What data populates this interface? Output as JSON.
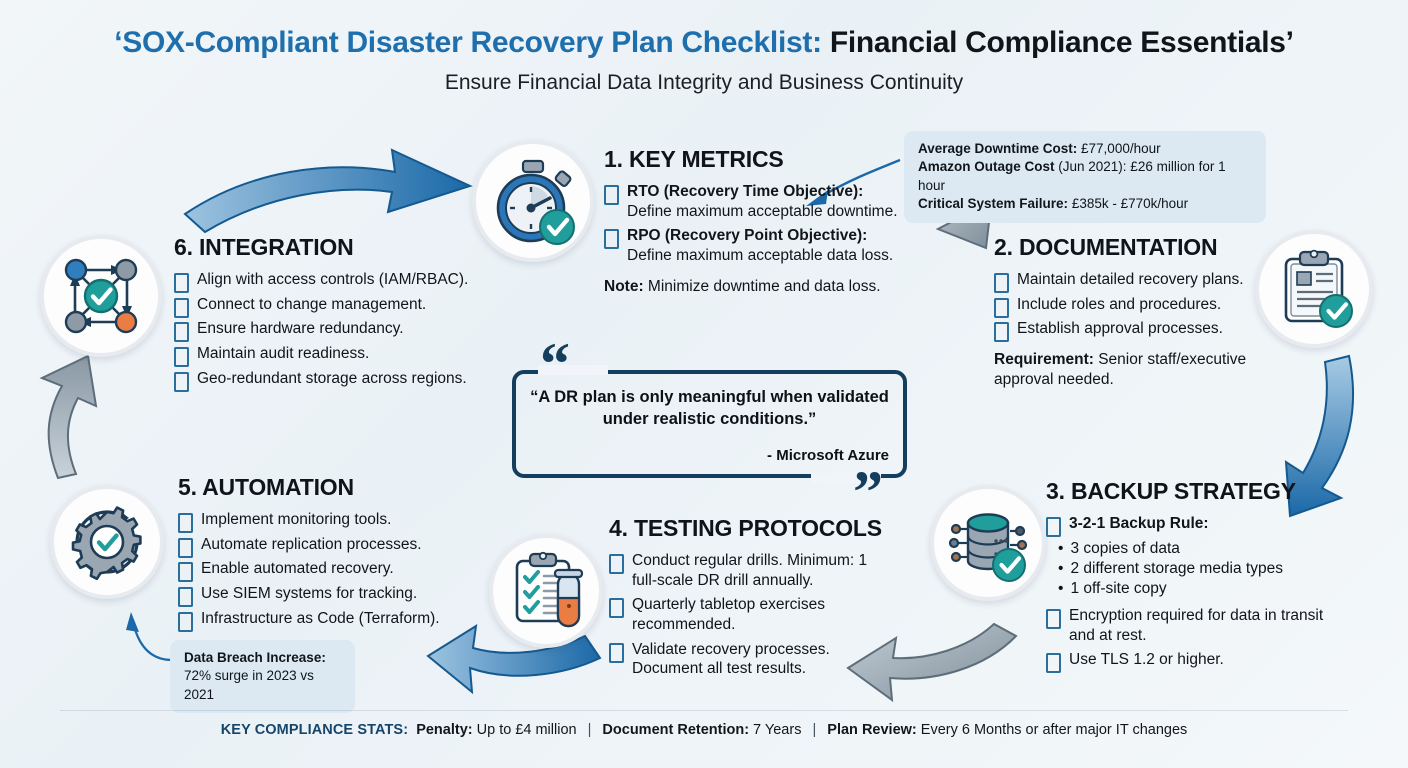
{
  "header": {
    "title_blue": "‘SOX-Compliant Disaster Recovery Plan Checklist: ",
    "title_dark": "Financial Compliance Essentials’",
    "subtitle": "Ensure Financial Data Integrity and Business Continuity"
  },
  "colors": {
    "brand_blue": "#1f6fad",
    "deep_navy": "#143e5e",
    "teal": "#1f9e9b",
    "grey_arrow": "#96a2ab",
    "callout_bg": "#dce9f2",
    "page_bg": "#eef3f7",
    "orange": "#e8763a"
  },
  "sections": [
    {
      "id": "key-metrics",
      "title": "1. KEY METRICS",
      "icon": "stopwatch-check-icon",
      "items": [
        {
          "bold": "RTO (Recovery Time Objective):",
          "text": "Define maximum acceptable downtime."
        },
        {
          "bold": "RPO (Recovery Point Objective):",
          "text": "Define maximum acceptable data loss."
        }
      ],
      "note_label": "Note:",
      "note_text": "Minimize downtime and data loss."
    },
    {
      "id": "documentation",
      "title": "2. DOCUMENTATION",
      "icon": "clipboard-document-check-icon",
      "items": [
        {
          "bold": "",
          "text": "Maintain detailed recovery plans."
        },
        {
          "bold": "",
          "text": "Include roles and procedures."
        },
        {
          "bold": "",
          "text": "Establish approval processes."
        }
      ],
      "note_label": "Requirement:",
      "note_text": "Senior staff/executive approval needed."
    },
    {
      "id": "backup-strategy",
      "title": "3. BACKUP STRATEGY",
      "icon": "database-check-icon",
      "items": [
        {
          "bold": "3-2-1 Backup Rule:",
          "text": ""
        },
        {
          "bold": "",
          "text": "Encryption required for data in transit and at rest."
        },
        {
          "bold": "",
          "text": "Use TLS 1.2 or higher."
        }
      ],
      "sublist": [
        "3 copies of data",
        "2 different storage media types",
        "1 off-site copy"
      ],
      "note_label": "",
      "note_text": ""
    },
    {
      "id": "testing-protocols",
      "title": "4. TESTING PROTOCOLS",
      "icon": "clipboard-testtube-icon",
      "items": [
        {
          "bold": "",
          "text": "Conduct regular drills. Minimum: 1 full-scale DR drill annually."
        },
        {
          "bold": "",
          "text": "Quarterly tabletop exercises recommended."
        },
        {
          "bold": "",
          "text": "Validate recovery processes. Document all test results."
        }
      ],
      "note_label": "",
      "note_text": ""
    },
    {
      "id": "automation",
      "title": "5. AUTOMATION",
      "icon": "gear-refresh-check-icon",
      "items": [
        {
          "bold": "",
          "text": "Implement monitoring tools."
        },
        {
          "bold": "",
          "text": "Automate replication processes."
        },
        {
          "bold": "",
          "text": "Enable automated recovery."
        },
        {
          "bold": "",
          "text": "Use SIEM systems for tracking."
        },
        {
          "bold": "",
          "text": "Infrastructure as Code (Terraform)."
        }
      ],
      "note_label": "",
      "note_text": ""
    },
    {
      "id": "integration",
      "title": "6. INTEGRATION",
      "icon": "network-nodes-check-icon",
      "items": [
        {
          "bold": "",
          "text": "Align with access controls (IAM/RBAC)."
        },
        {
          "bold": "",
          "text": "Connect to change management."
        },
        {
          "bold": "",
          "text": "Ensure hardware redundancy."
        },
        {
          "bold": "",
          "text": "Maintain audit readiness."
        },
        {
          "bold": "",
          "text": "Geo-redundant storage across regions."
        }
      ],
      "note_label": "",
      "note_text": ""
    }
  ],
  "callouts": {
    "cost_stats": {
      "line1_label": "Average Downtime Cost:",
      "line1_value": " £77,000/hour",
      "line2_label": "Amazon Outage Cost",
      "line2_value": " (Jun 2021): £26 million for 1 hour",
      "line3_label": "Critical System Failure:",
      "line3_value": " £385k - £770k/hour"
    },
    "breach": {
      "label": "Data Breach Increase:",
      "value": "72% surge in 2023 vs 2021"
    }
  },
  "quote": {
    "text": "“A DR plan is only meaningful when validated under realistic conditions.”",
    "attribution": "- Microsoft Azure",
    "open_mark": "“",
    "close_mark": "”"
  },
  "footer": {
    "lead": "KEY COMPLIANCE STATS:",
    "items": [
      {
        "label": "Penalty:",
        "value": " Up to £4 million"
      },
      {
        "label": "Document Retention:",
        "value": " 7 Years"
      },
      {
        "label": "Plan Review:",
        "value": " Every 6 Months or after major IT changes"
      }
    ],
    "separator": "|"
  }
}
